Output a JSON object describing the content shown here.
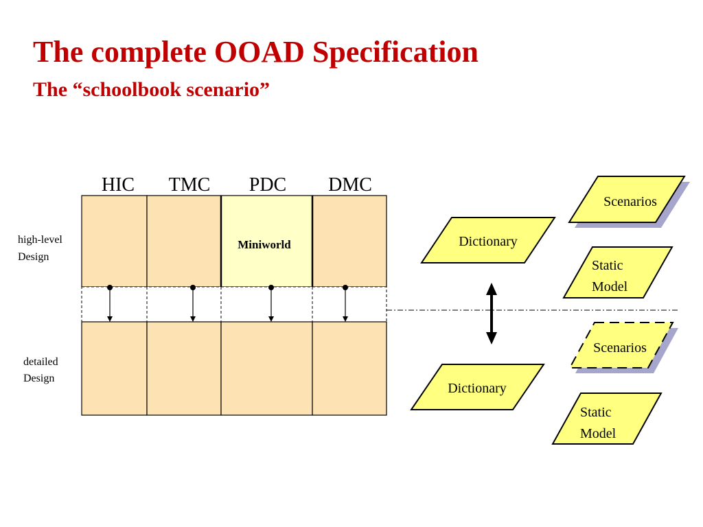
{
  "slide": {
    "title": "The complete OOAD Specification",
    "subtitle": "The “schoolbook scenario”"
  },
  "grid": {
    "columns": [
      "HIC",
      "TMC",
      "PDC",
      "DMC"
    ],
    "rows": {
      "high_level": [
        "high-level",
        "Design"
      ],
      "detailed": [
        "detailed",
        "Design"
      ]
    },
    "highlight_label": "Miniworld"
  },
  "models": {
    "high_level": {
      "scenarios": "Scenarios",
      "dictionary": "Dictionary",
      "static_model": [
        "Static",
        "Model"
      ]
    },
    "detailed": {
      "scenarios": "Scenarios",
      "dictionary": "Dictionary",
      "static_model": [
        "Static",
        "Model"
      ]
    }
  },
  "colors": {
    "title": "#c00000",
    "cell_fill": "#fde2b3",
    "highlight_fill": "#ffffc8",
    "shape_fill": "#ffff80",
    "shadow": "#a6a6cc"
  }
}
